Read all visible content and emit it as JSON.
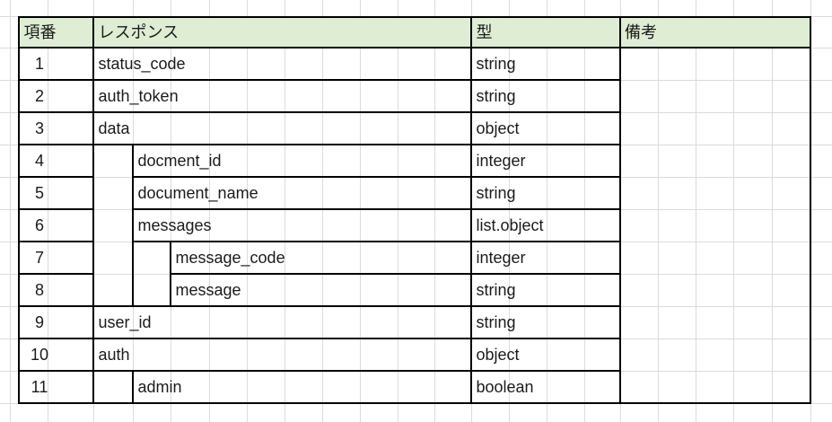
{
  "table": {
    "columns": {
      "item_no": "項番",
      "response": "レスポンス",
      "type": "型",
      "note": "備考"
    },
    "rows": [
      {
        "no": "1",
        "name": "status_code",
        "type": "string",
        "indent": 0,
        "note": ""
      },
      {
        "no": "2",
        "name": "auth_token",
        "type": "string",
        "indent": 0,
        "note": ""
      },
      {
        "no": "3",
        "name": "data",
        "type": "object",
        "indent": 0,
        "note": ""
      },
      {
        "no": "4",
        "name": "docment_id",
        "type": "integer",
        "indent": 1,
        "note": ""
      },
      {
        "no": "5",
        "name": "document_name",
        "type": "string",
        "indent": 1,
        "note": ""
      },
      {
        "no": "6",
        "name": "messages",
        "type": "list.object",
        "indent": 1,
        "note": ""
      },
      {
        "no": "7",
        "name": "message_code",
        "type": "integer",
        "indent": 2,
        "note": ""
      },
      {
        "no": "8",
        "name": "message",
        "type": "string",
        "indent": 2,
        "note": ""
      },
      {
        "no": "9",
        "name": "user_id",
        "type": "string",
        "indent": 0,
        "note": ""
      },
      {
        "no": "10",
        "name": "auth",
        "type": "object",
        "indent": 0,
        "note": ""
      },
      {
        "no": "11",
        "name": "admin",
        "type": "boolean",
        "indent": 1,
        "note": ""
      }
    ],
    "colors": {
      "header_fill": "#deedd4",
      "border": "#000000",
      "gridline": "#dbdbdb",
      "text": "#1b1b1b",
      "background": "#ffffff"
    }
  }
}
